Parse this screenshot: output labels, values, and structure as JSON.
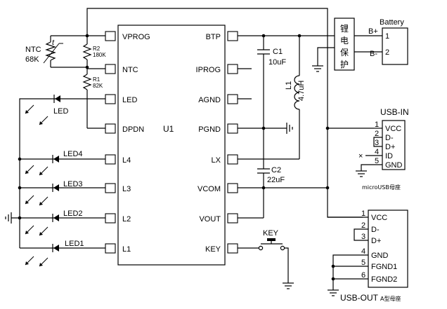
{
  "ic": {
    "name": "U1",
    "left_pins": [
      "VPROG",
      "NTC",
      "LED",
      "DPDN",
      "L4",
      "L3",
      "L2",
      "L1"
    ],
    "right_pins": [
      "BTP",
      "IPROG",
      "AGND",
      "PGND",
      "LX",
      "VCOM",
      "VOUT",
      "KEY"
    ]
  },
  "ntc": {
    "name": "NTC",
    "value": "68K",
    "symbol": "t"
  },
  "r2": {
    "name": "R2",
    "value": "180K"
  },
  "r1": {
    "name": "R1",
    "value": "82K"
  },
  "c1": {
    "name": "C1",
    "value": "10uF"
  },
  "c2": {
    "name": "C2",
    "value": "22uF"
  },
  "l1": {
    "name": "L1",
    "value": "4.7uH"
  },
  "led_main": "LED",
  "leds": [
    "LED4",
    "LED3",
    "LED2",
    "LED1"
  ],
  "protect": {
    "chars": [
      "锂",
      "电",
      "保",
      "护"
    ]
  },
  "battery": {
    "title": "Battery",
    "pos": "B+",
    "neg": "B-",
    "pins": [
      "1",
      "2"
    ]
  },
  "usb_in": {
    "title": "USB-IN",
    "pins": [
      "1",
      "2",
      "3",
      "4",
      "5"
    ],
    "signals": [
      "VCC",
      "D-",
      "D+",
      "ID",
      "GND"
    ],
    "nc_mark": "×",
    "caption": "microUSB母座"
  },
  "usb_out": {
    "pins": [
      "1",
      "2",
      "3",
      "4",
      "5",
      "6"
    ],
    "signals": [
      "VCC",
      "D-",
      "D+",
      "GND",
      "FGND1",
      "FGND2"
    ],
    "caption_main": "USB-OUT",
    "caption_sub": "A型母座"
  },
  "key": "KEY"
}
